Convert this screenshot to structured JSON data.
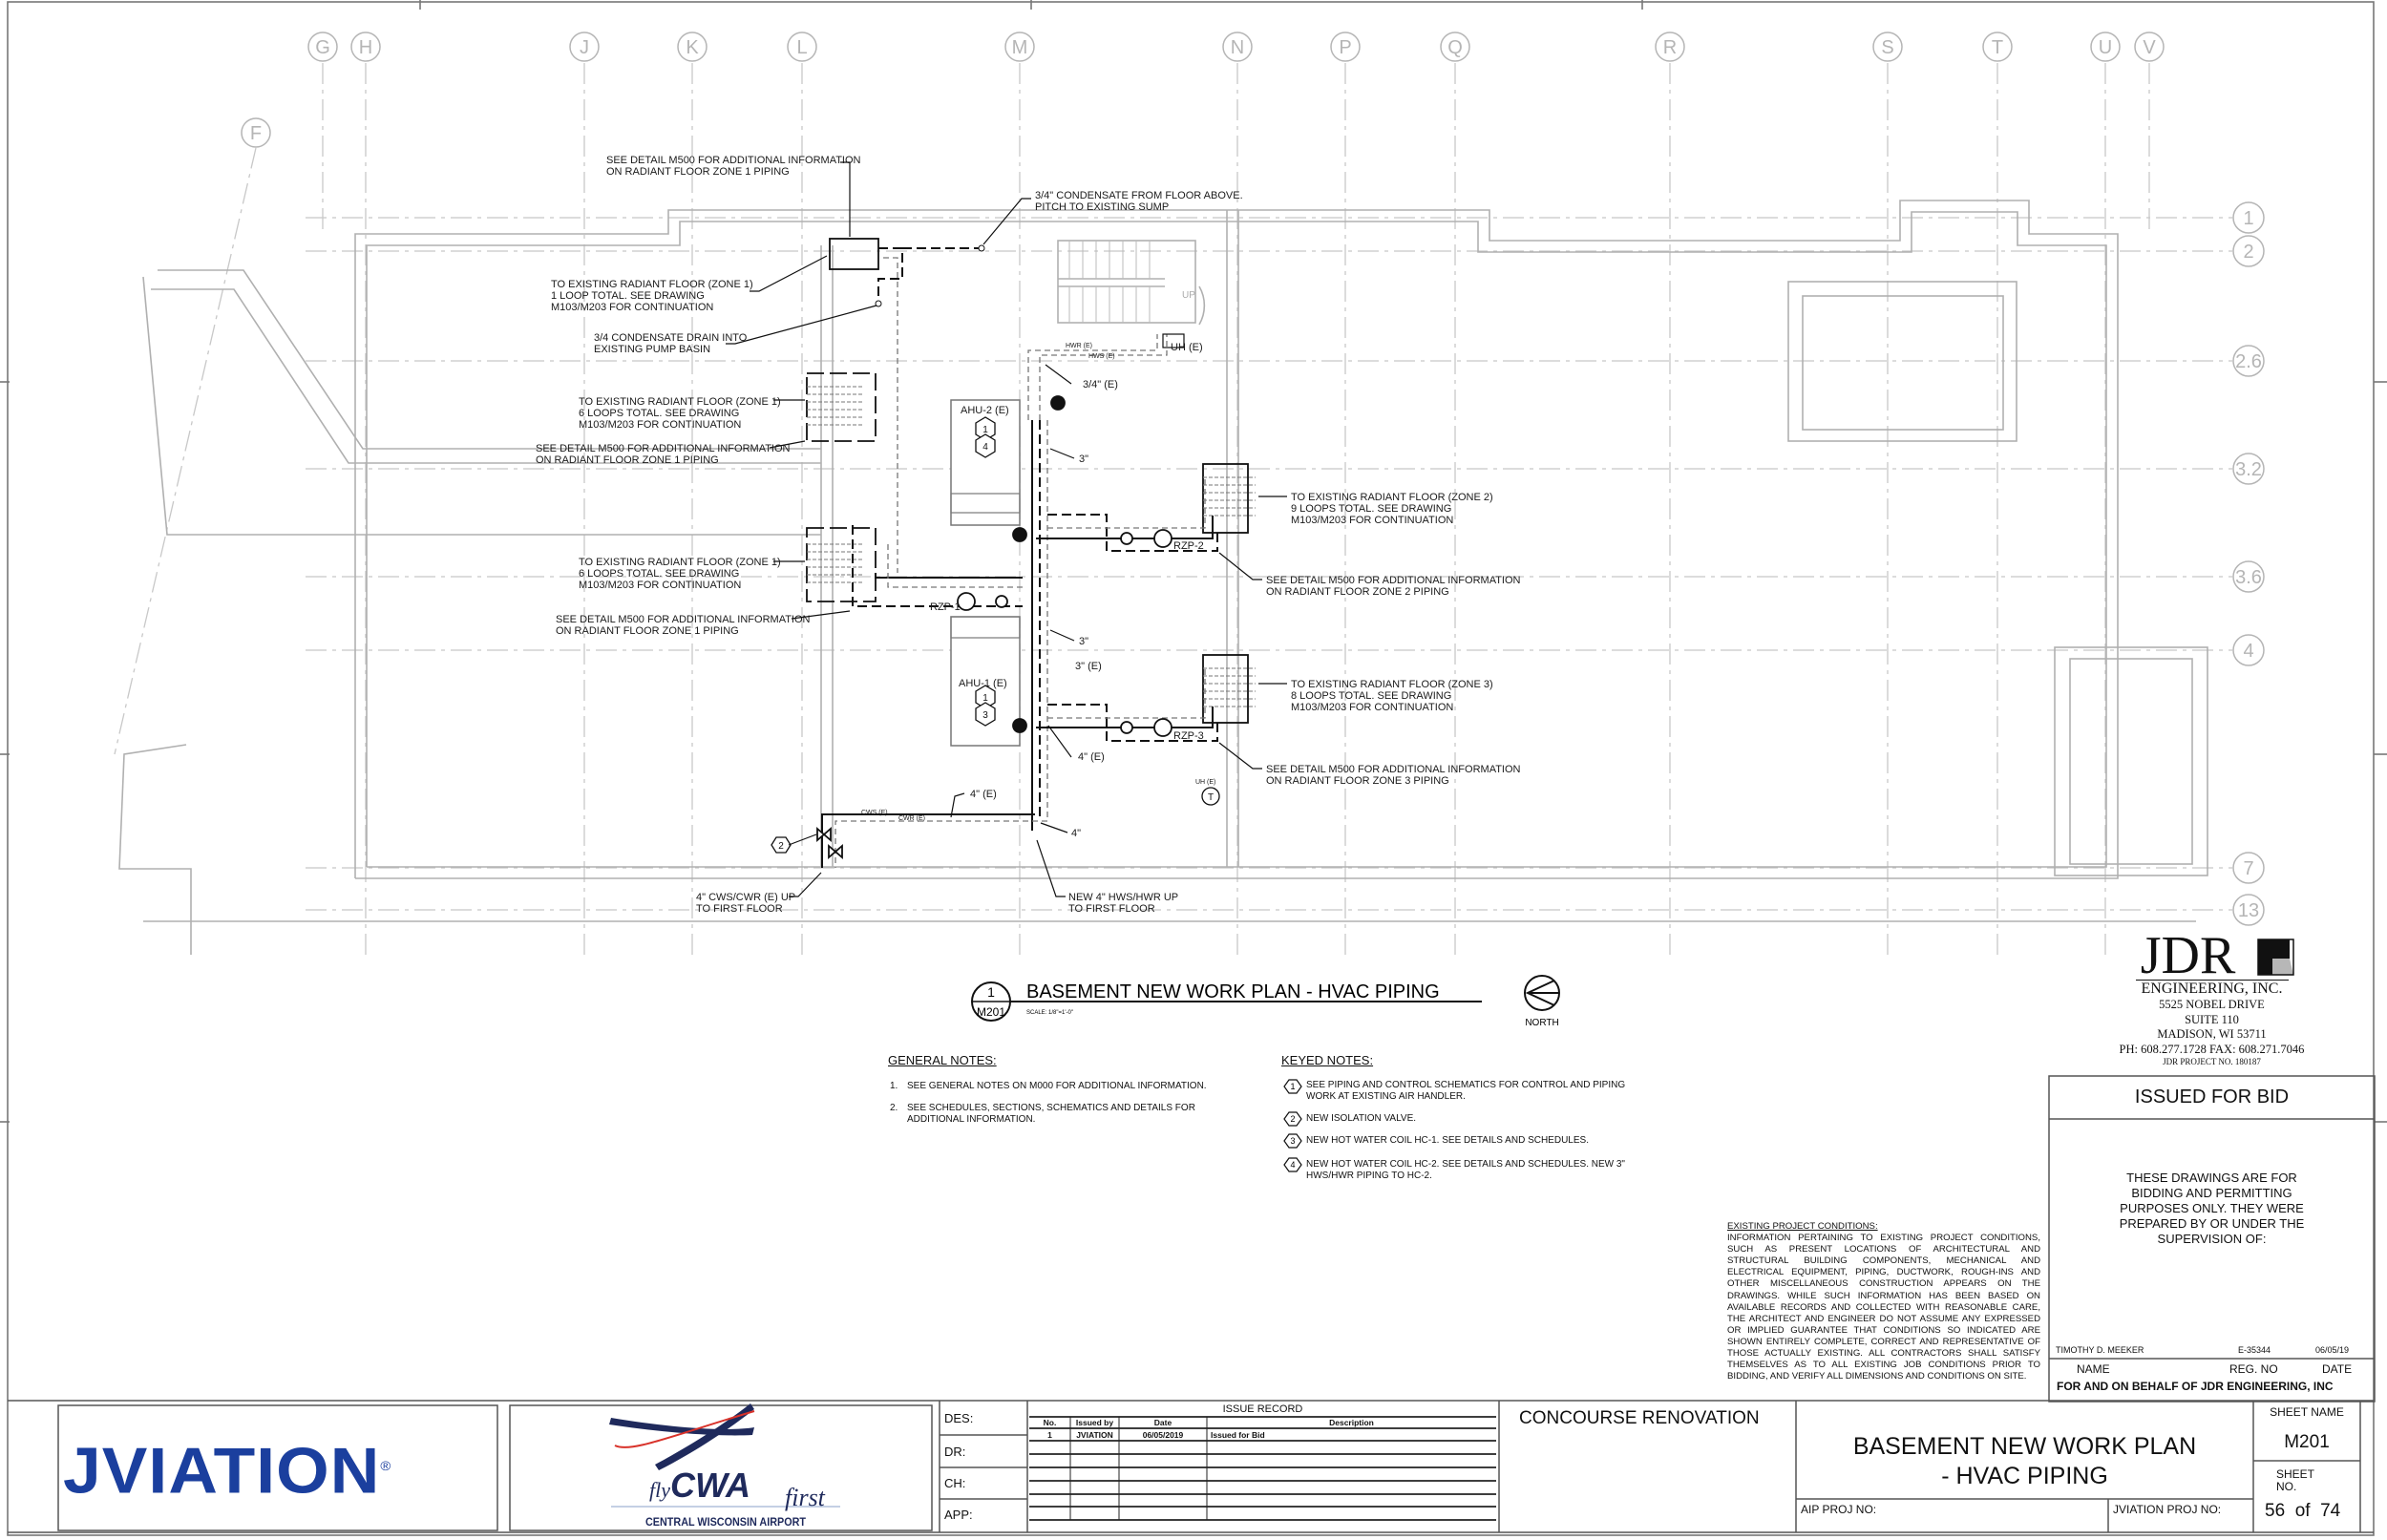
{
  "grid": {
    "columns": [
      "G",
      "H",
      "J",
      "K",
      "L",
      "M",
      "N",
      "P",
      "Q",
      "R",
      "S",
      "T",
      "U",
      "V"
    ],
    "diagonal_column": "F",
    "rows": [
      "1",
      "2",
      "2.6",
      "3.2",
      "3.6",
      "4",
      "7",
      "13"
    ]
  },
  "plan": {
    "zone1_detail_top": [
      "SEE DETAIL M500 FOR ADDITIONAL INFORMATION",
      "ON RADIANT FLOOR ZONE 1 PIPING"
    ],
    "condensate_above": [
      "3/4\" CONDENSATE FROM FLOOR ABOVE.",
      "PITCH TO EXISTING SUMP"
    ],
    "zone1_1loop": [
      "TO EXISTING RADIANT FLOOR (ZONE 1)",
      "1 LOOP TOTAL.  SEE DRAWING",
      "M103/M203 FOR CONTINUATION"
    ],
    "condensate_drain": [
      "3/4 CONDENSATE DRAIN INTO",
      "EXISTING PUMP BASIN"
    ],
    "uh_top": "UH (E)",
    "hwr_e": "HWR (E)",
    "hws_e": "HWS (E)",
    "size_34e": "3/4\" (E)",
    "zone1_6loops_a": [
      "TO EXISTING RADIANT FLOOR (ZONE 1)",
      "6 LOOPS TOTAL.  SEE DRAWING",
      "M103/M203 FOR CONTINUATION"
    ],
    "zone1_detail_mid": [
      "SEE DETAIL M500 FOR ADDITIONAL INFORMATION",
      "ON RADIANT FLOOR ZONE 1 PIPING"
    ],
    "ahu2": "AHU-2 (E)",
    "ahu2_tags": [
      "1",
      "4"
    ],
    "size_3a": "3\"",
    "zone2": [
      "TO EXISTING RADIANT FLOOR (ZONE 2)",
      "9 LOOPS TOTAL.  SEE DRAWING",
      "M103/M203 FOR CONTINUATION"
    ],
    "rzp2": "RZP-2",
    "zone1_6loops_b": [
      "TO EXISTING RADIANT FLOOR (ZONE 1)",
      "6 LOOPS TOTAL.  SEE DRAWING",
      "M103/M203 FOR CONTINUATION"
    ],
    "zone2_detail": [
      "SEE DETAIL M500 FOR ADDITIONAL INFORMATION",
      "ON RADIANT FLOOR ZONE 2 PIPING"
    ],
    "rzp1": "RZP-1",
    "zone1_detail_low": [
      "SEE DETAIL M500 FOR ADDITIONAL INFORMATION",
      "ON RADIANT FLOOR ZONE 1 PIPING"
    ],
    "size_3b": "3\"",
    "size_3e": "3\" (E)",
    "ahu1": "AHU-1 (E)",
    "ahu1_tags": [
      "1",
      "3"
    ],
    "zone3": [
      "TO EXISTING RADIANT FLOOR (ZONE 3)",
      "8 LOOPS TOTAL.  SEE DRAWING",
      "M103/M203 FOR CONTINUATION"
    ],
    "rzp3": "RZP-3",
    "size_4e_a": "4\" (E)",
    "zone3_detail": [
      "SEE DETAIL M500 FOR ADDITIONAL INFORMATION",
      "ON RADIANT FLOOR ZONE 3 PIPING"
    ],
    "uh_small": "UH (E)",
    "thermostat": "T",
    "size_4e_b": "4\" (E)",
    "cws_e": "CWS (E)",
    "cwr_e": "CWR (E)",
    "size_4": "4\"",
    "isolation_tag": "2",
    "cws_up": [
      "4\" CWS/CWR (E) UP",
      "TO FIRST FLOOR"
    ],
    "hws_up": [
      "NEW 4\" HWS/HWR UP",
      "TO FIRST FLOOR"
    ],
    "stair_up": "UP"
  },
  "plan_title": {
    "number": "1",
    "sheet_ref": "M201",
    "title": "BASEMENT NEW WORK PLAN - HVAC PIPING",
    "scale": "SCALE:  1/8\"=1'-0\"",
    "north": "NORTH"
  },
  "general_notes": {
    "heading": "GENERAL NOTES:",
    "items": [
      {
        "num": "1.",
        "text": [
          "SEE GENERAL NOTES ON M000 FOR ADDITIONAL INFORMATION."
        ]
      },
      {
        "num": "2.",
        "text": [
          "SEE SCHEDULES, SECTIONS, SCHEMATICS AND DETAILS FOR",
          "ADDITIONAL INFORMATION."
        ]
      }
    ]
  },
  "keyed_notes": {
    "heading": "KEYED NOTES:",
    "items": [
      {
        "num": "1",
        "text": [
          "SEE PIPING AND CONTROL SCHEMATICS FOR CONTROL AND PIPING",
          "WORK AT EXISTING AIR HANDLER."
        ]
      },
      {
        "num": "2",
        "text": [
          "NEW ISOLATION VALVE."
        ]
      },
      {
        "num": "3",
        "text": [
          "NEW HOT WATER COIL HC-1.  SEE DETAILS AND SCHEDULES."
        ]
      },
      {
        "num": "4",
        "text": [
          "NEW HOT WATER COIL HC-2. SEE DETAILS AND SCHEDULES.  NEW 3\"",
          "HWS/HWR PIPING TO HC-2."
        ]
      }
    ]
  },
  "existing_conditions": {
    "heading": "EXISTING PROJECT CONDITIONS:",
    "body": "INFORMATION PERTAINING TO EXISTING PROJECT CONDITIONS, SUCH AS PRESENT LOCATIONS OF ARCHITECTURAL AND STRUCTURAL BUILDING COMPONENTS, MECHANICAL AND ELECTRICAL EQUIPMENT, PIPING, DUCTWORK, ROUGH-INS AND OTHER MISCELLANEOUS CONSTRUCTION APPEARS ON THE DRAWINGS.  WHILE SUCH INFORMATION HAS BEEN BASED ON AVAILABLE RECORDS AND COLLECTED WITH REASONABLE CARE, THE ARCHITECT AND ENGINEER DO NOT ASSUME ANY EXPRESSED OR IMPLIED GUARANTEE THAT CONDITIONS SO INDICATED ARE SHOWN ENTIRELY COMPLETE, CORRECT AND REPRESENTATIVE OF THOSE ACTUALLY EXISTING.  ALL CONTRACTORS SHALL SATISFY THEMSELVES AS TO ALL EXISTING JOB CONDITIONS PRIOR TO BIDDING, AND VERIFY ALL DIMENSIONS AND CONDITIONS ON SITE."
  },
  "engineer": {
    "logo_text": "JDR",
    "company": "ENGINEERING, INC.",
    "address": [
      "5525 NOBEL DRIVE",
      "SUITE 110",
      "MADISON, WI  53711",
      "PH: 608.277.1728  FAX: 608.271.7046"
    ],
    "project_no": "JDR PROJECT NO. 180187",
    "status": "ISSUED FOR BID",
    "statement": [
      "THESE DRAWINGS ARE FOR",
      "BIDDING AND PERMITTING",
      "PURPOSES ONLY.  THEY WERE",
      "PREPARED BY OR UNDER THE",
      "SUPERVISION OF:"
    ],
    "name": "TIMOTHY D. MEEKER",
    "reg_no": "E-35344",
    "date": "06/05/19",
    "name_label": "NAME",
    "reg_label": "REG. NO",
    "date_label": "DATE",
    "behalf": "FOR AND ON BEHALF OF JDR ENGINEERING, INC"
  },
  "title_block": {
    "jviation_logo": "JVIATION",
    "jviation_reg": "®",
    "cwa_logo": {
      "fly": "fly",
      "cwa": "CWA",
      "first": "first",
      "name": "CENTRAL WISCONSIN AIRPORT"
    },
    "colors": {
      "jviation_blue": "#1b3f9e",
      "cwa_navy": "#1f2a5c",
      "cwa_red": "#d8322a"
    },
    "roles": [
      "DES:",
      "DR:",
      "CH:",
      "APP:"
    ],
    "issue_record": {
      "title": "ISSUE RECORD",
      "headers": [
        "No.",
        "Issued by",
        "Date",
        "Description"
      ],
      "rows": [
        [
          "1",
          "JVIATION",
          "06/05/2019",
          "Issued for Bid"
        ]
      ]
    },
    "project": "CONCOURSE RENOVATION",
    "sheet_title": [
      "BASEMENT NEW WORK PLAN",
      "- HVAC PIPING"
    ],
    "aip_proj_label": "AIP PROJ NO:",
    "jviation_proj_label": "JVIATION PROJ NO:",
    "sheet_name_label": "SHEET NAME",
    "sheet_name": "M201",
    "sheet_no_label": [
      "SHEET",
      "NO."
    ],
    "sheet_no": "56  of  74"
  }
}
